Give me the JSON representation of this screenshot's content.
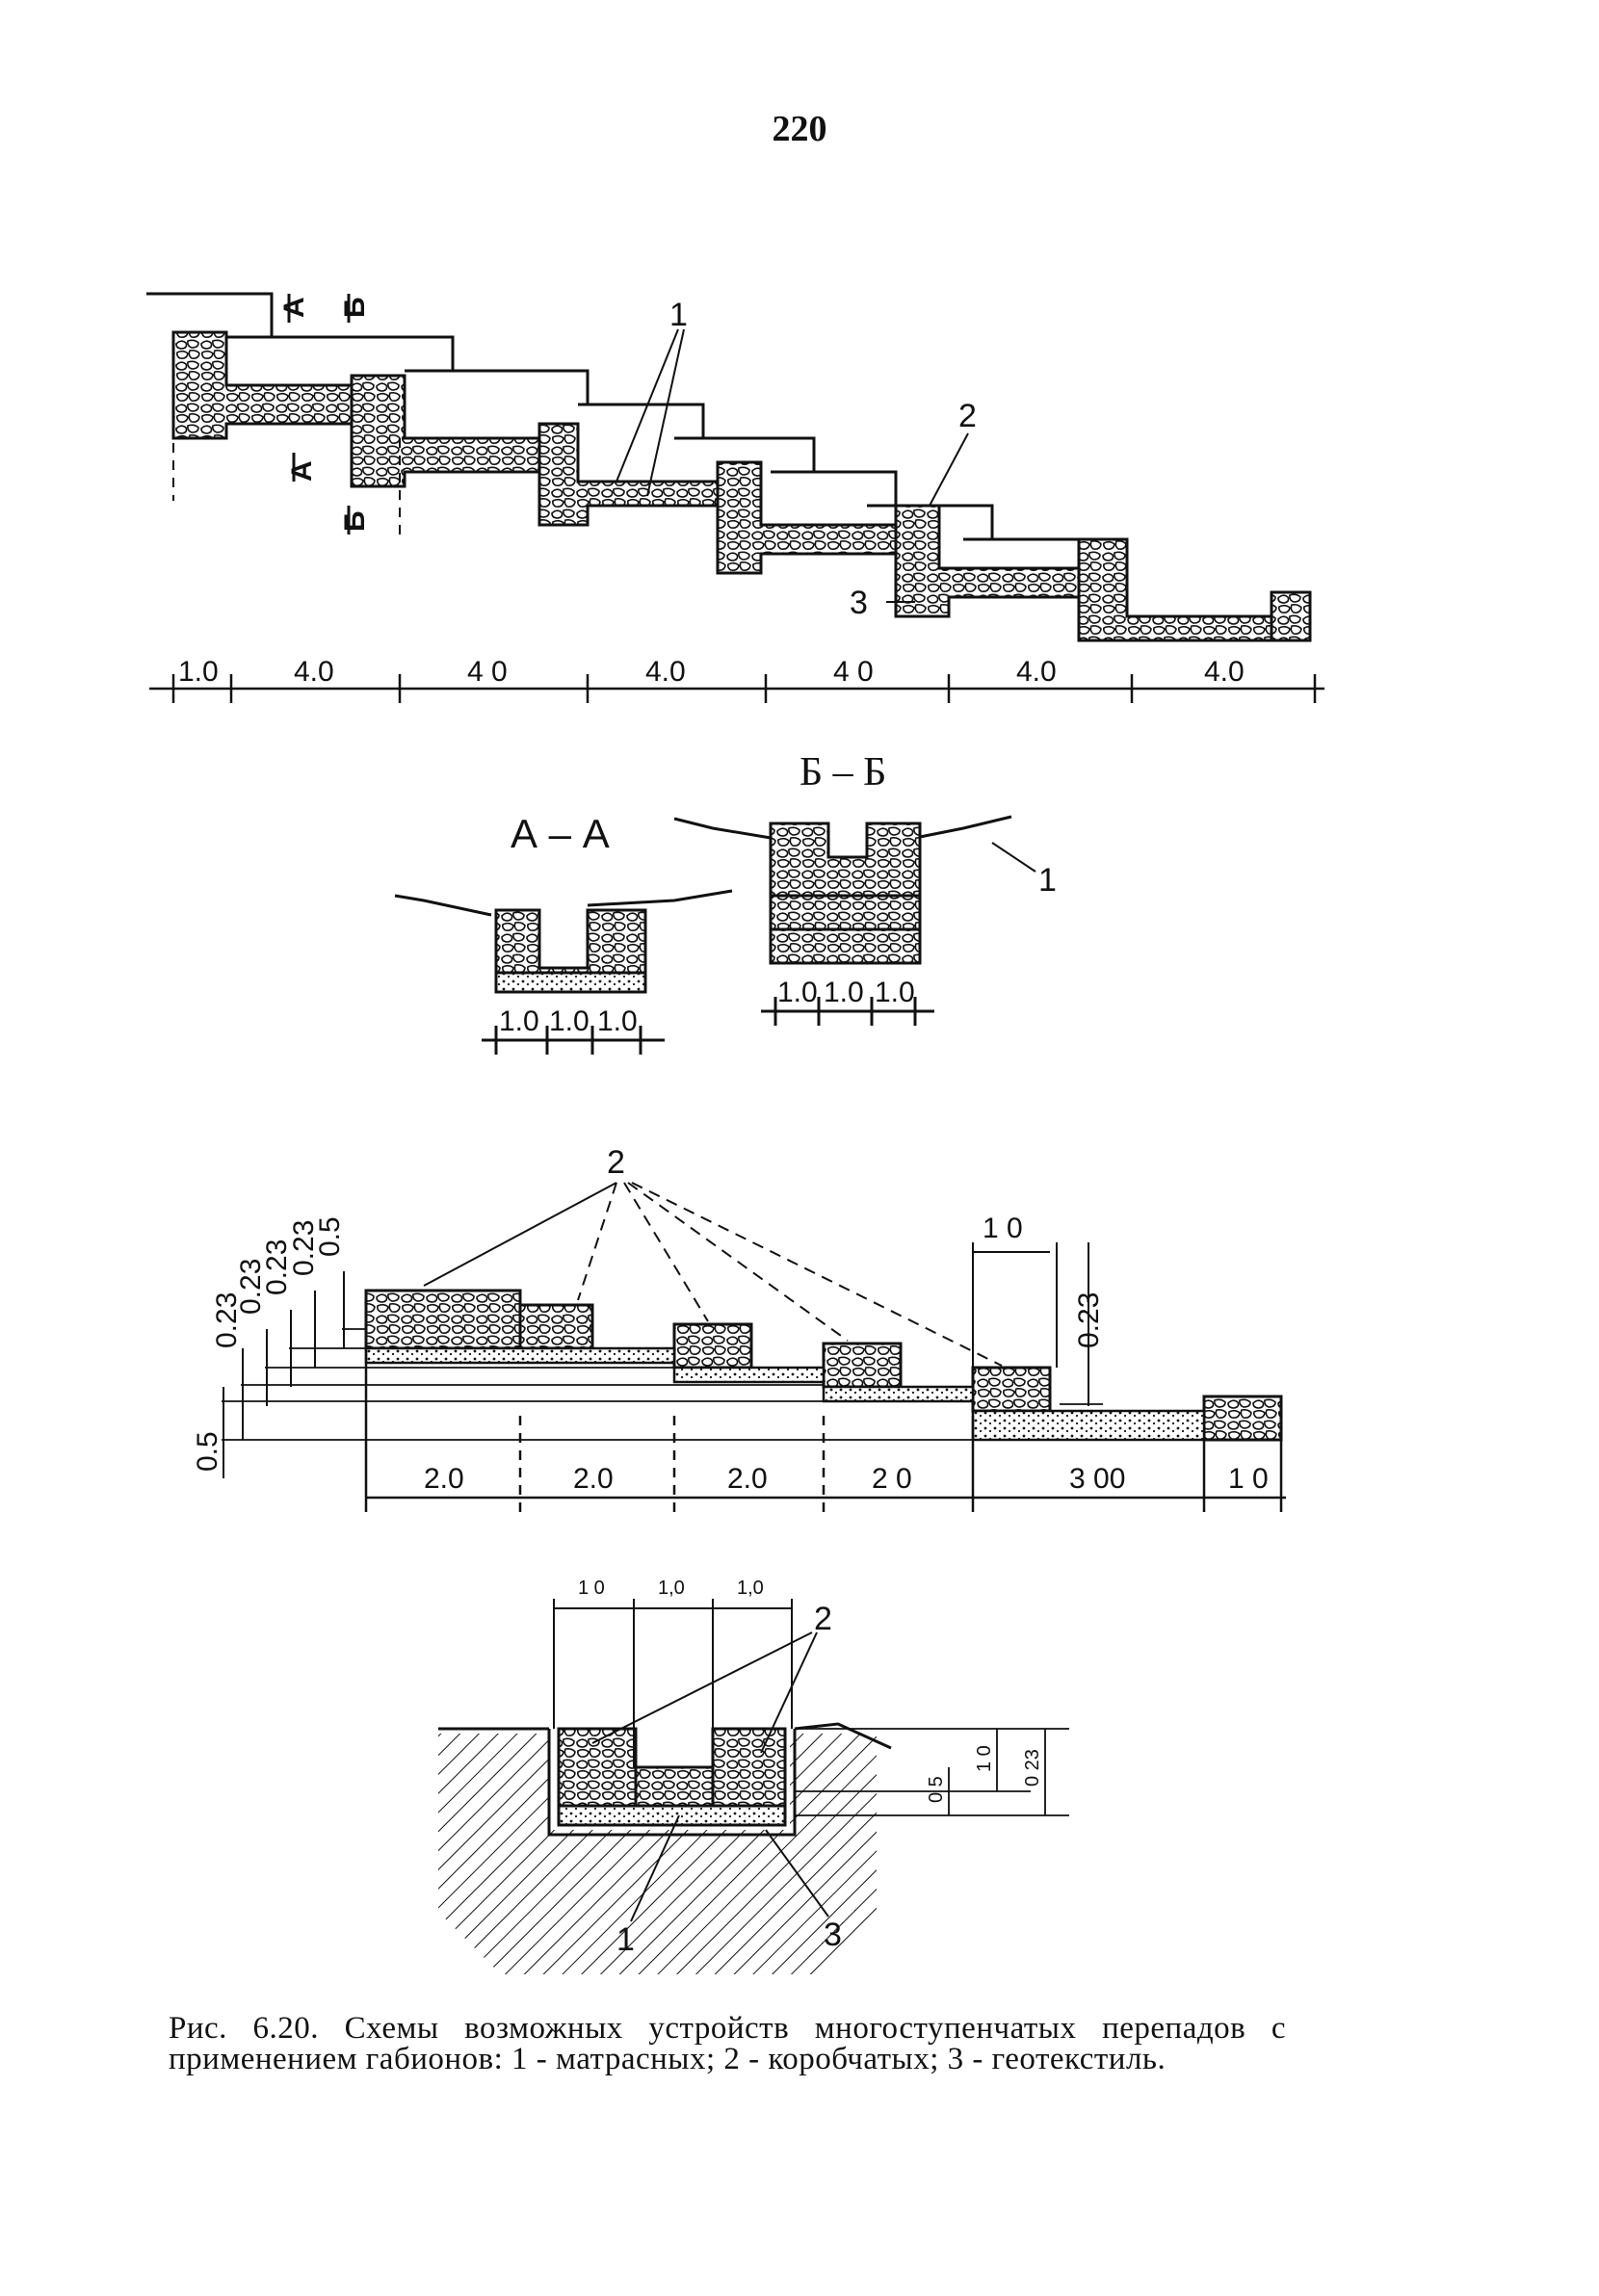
{
  "page_number": "220",
  "diagram1": {
    "section_marks": [
      "А",
      "Б",
      "А",
      "Б"
    ],
    "callouts": [
      "1",
      "2",
      "3"
    ],
    "dims": [
      "1.0",
      "4.0",
      "4 0",
      "4.0",
      "4 0",
      "4.0",
      "4.0"
    ]
  },
  "diagram2": {
    "title_aa": "А – А",
    "title_bb": "Б – Б",
    "callout": "1",
    "dims_aa": [
      "1.0",
      "1.0",
      "1.0"
    ],
    "dims_bb": [
      "1.0",
      "1.0",
      "1.0"
    ]
  },
  "diagram3": {
    "callout": "2",
    "v_dims": [
      "0.23",
      "0.23",
      "0.23",
      "0.23",
      "0.5",
      "0.5",
      "0.23"
    ],
    "top_dim": "1 0",
    "h_dims": [
      "2.0",
      "2.0",
      "2.0",
      "2 0",
      "3 00",
      "1 0"
    ]
  },
  "diagram4": {
    "top_dims": [
      "1 0",
      "1,0",
      "1,0"
    ],
    "side_dims": [
      "0 5",
      "1 0",
      "0 23"
    ],
    "callouts": [
      "2",
      "1",
      "3"
    ]
  },
  "caption": "Рис. 6.20. Схемы возможных устройств многоступенчатых перепадов с применением габионов: 1 - матрасных; 2 - коробчатых; 3 - геотекстиль."
}
